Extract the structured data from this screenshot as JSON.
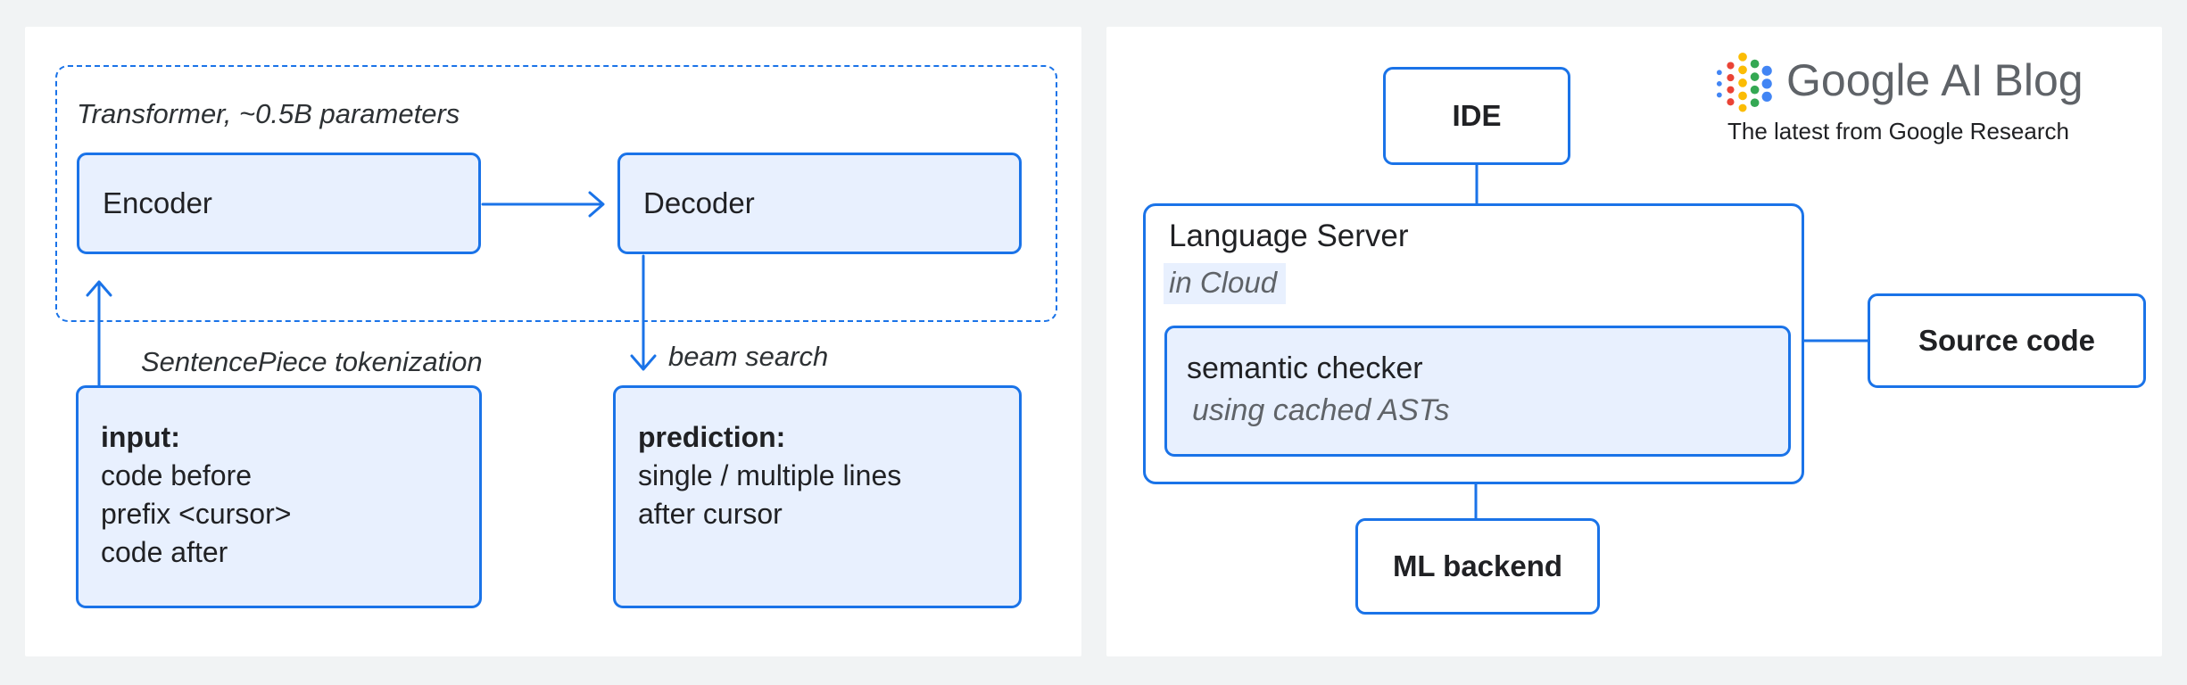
{
  "colors": {
    "background": "#f1f3f4",
    "panel": "#ffffff",
    "accent_blue": "#1a73e8",
    "light_blue_fill": "#e8f0fe",
    "dark_text": "#202124",
    "gray_text": "#5f6368",
    "logo_blue": "#4285f4",
    "logo_red": "#ea4335",
    "logo_yellow": "#fbbc04",
    "logo_green": "#34a853"
  },
  "left_panel": {
    "transformer_label": "Transformer, ~0.5B parameters",
    "encoder_label": "Encoder",
    "decoder_label": "Decoder",
    "tokenization_label": "SentencePiece tokenization",
    "beam_search_label": "beam search",
    "input_box": {
      "title": "input:",
      "lines": [
        "code before",
        "prefix <cursor>",
        "code after"
      ]
    },
    "prediction_box": {
      "title": "prediction:",
      "lines": [
        "single / multiple lines",
        "after cursor"
      ]
    }
  },
  "right_panel": {
    "ide_label": "IDE",
    "language_server": {
      "title": "Language Server",
      "subtitle": "in Cloud"
    },
    "semantic_checker": {
      "title": "semantic checker",
      "subtitle": "using cached ASTs"
    },
    "source_code_label": "Source code",
    "ml_backend_label": "ML backend",
    "logo": {
      "word1": "Google",
      "word2": "AI",
      "word3": "Blog",
      "tagline": "The latest from Google Research"
    }
  }
}
